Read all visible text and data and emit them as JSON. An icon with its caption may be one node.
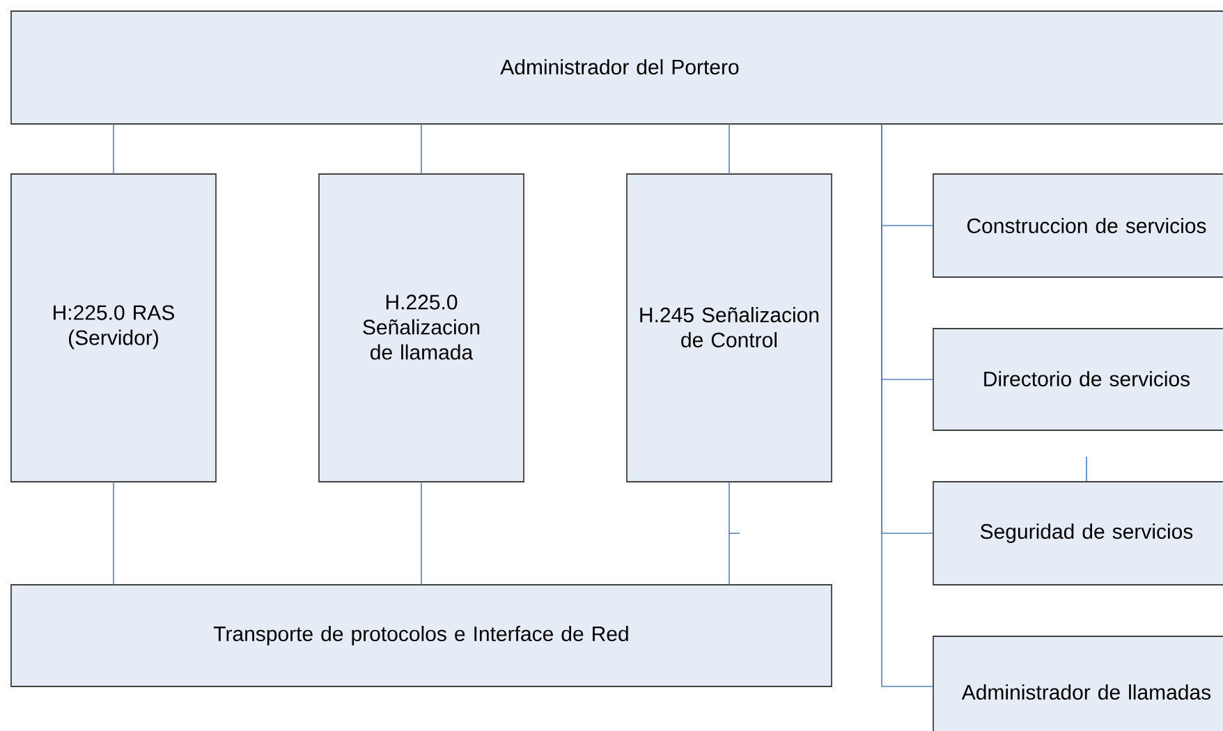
{
  "diagram": {
    "nodes": [
      {
        "text": [
          "Administrador del Portero"
        ]
      },
      {
        "text": [
          "H:225.0 RAS (Servidor)"
        ]
      },
      {
        "text": [
          "H.225.0 Señalizacion de llamada"
        ]
      },
      {
        "text": [
          "H.245 Señalizacion de Control"
        ]
      },
      {
        "text": [
          "Transporte de protocolos e Interface de Red"
        ]
      },
      {
        "text": [
          "Construccion de servicios"
        ]
      },
      {
        "text": [
          "Directorio de servicios"
        ]
      },
      {
        "text": [
          "Seguridad de servicios"
        ]
      },
      {
        "text": [
          "Administrador de llamadas"
        ]
      }
    ],
    "edges": [
      {
        "from": 0,
        "to": 1,
        "arrow": "none"
      },
      {
        "from": 0,
        "to": 2,
        "arrow": "none"
      },
      {
        "from": 0,
        "to": 3,
        "arrow": "none"
      },
      {
        "from": 1,
        "to": 4,
        "arrow": "none"
      },
      {
        "from": 2,
        "to": 4,
        "arrow": "none"
      },
      {
        "from": 3,
        "to": 4,
        "arrow": "none"
      },
      {
        "from": 0,
        "to": 5,
        "arrow": "none"
      },
      {
        "from": 0,
        "to": 6,
        "arrow": "none"
      },
      {
        "from": 0,
        "to": 7,
        "arrow": "none"
      },
      {
        "from": 0,
        "to": 8,
        "arrow": "none"
      },
      {
        "from": 6,
        "to": 7,
        "arrow": "none"
      }
    ]
  }
}
